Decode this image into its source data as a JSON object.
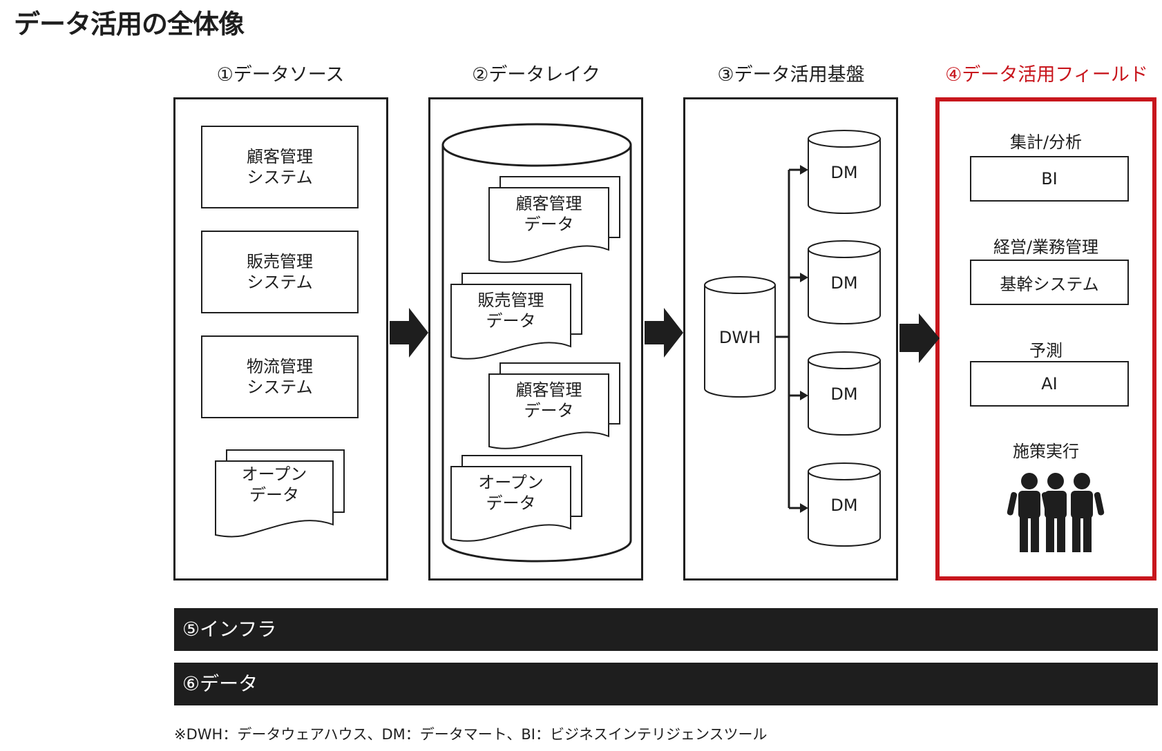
{
  "title": "データ活用の全体像",
  "columns": [
    {
      "label": "①データソース"
    },
    {
      "label": "②データレイク"
    },
    {
      "label": "③データ活用基盤"
    },
    {
      "label": "④データ活用フィールド"
    }
  ],
  "sources": {
    "systems": [
      "顧客管理\nシステム",
      "販売管理\nシステム",
      "物流管理\nシステム"
    ],
    "open_data": "オープン\nデータ"
  },
  "lake": {
    "documents": [
      "顧客管理\nデータ",
      "販売管理\nデータ",
      "顧客管理\nデータ",
      "オープン\nデータ"
    ]
  },
  "platform": {
    "dwh": "DWH",
    "marts": [
      "DM",
      "DM",
      "DM",
      "DM"
    ]
  },
  "field": {
    "groups": [
      {
        "label": "集計/分析",
        "box": "BI"
      },
      {
        "label": "経営/業務管理",
        "box": "基幹システム"
      },
      {
        "label": "予測",
        "box": "AI"
      }
    ],
    "action_label": "施策実行",
    "action_icon": "people-icon"
  },
  "bars": [
    "⑤インフラ",
    "⑥データ"
  ],
  "footnote": "※DWH：データウェアハウス、DM：データマート、BI：ビジネスインテリジェンスツール",
  "colors": {
    "dark": "#1e1e1e",
    "accent_red": "#c8161d"
  }
}
